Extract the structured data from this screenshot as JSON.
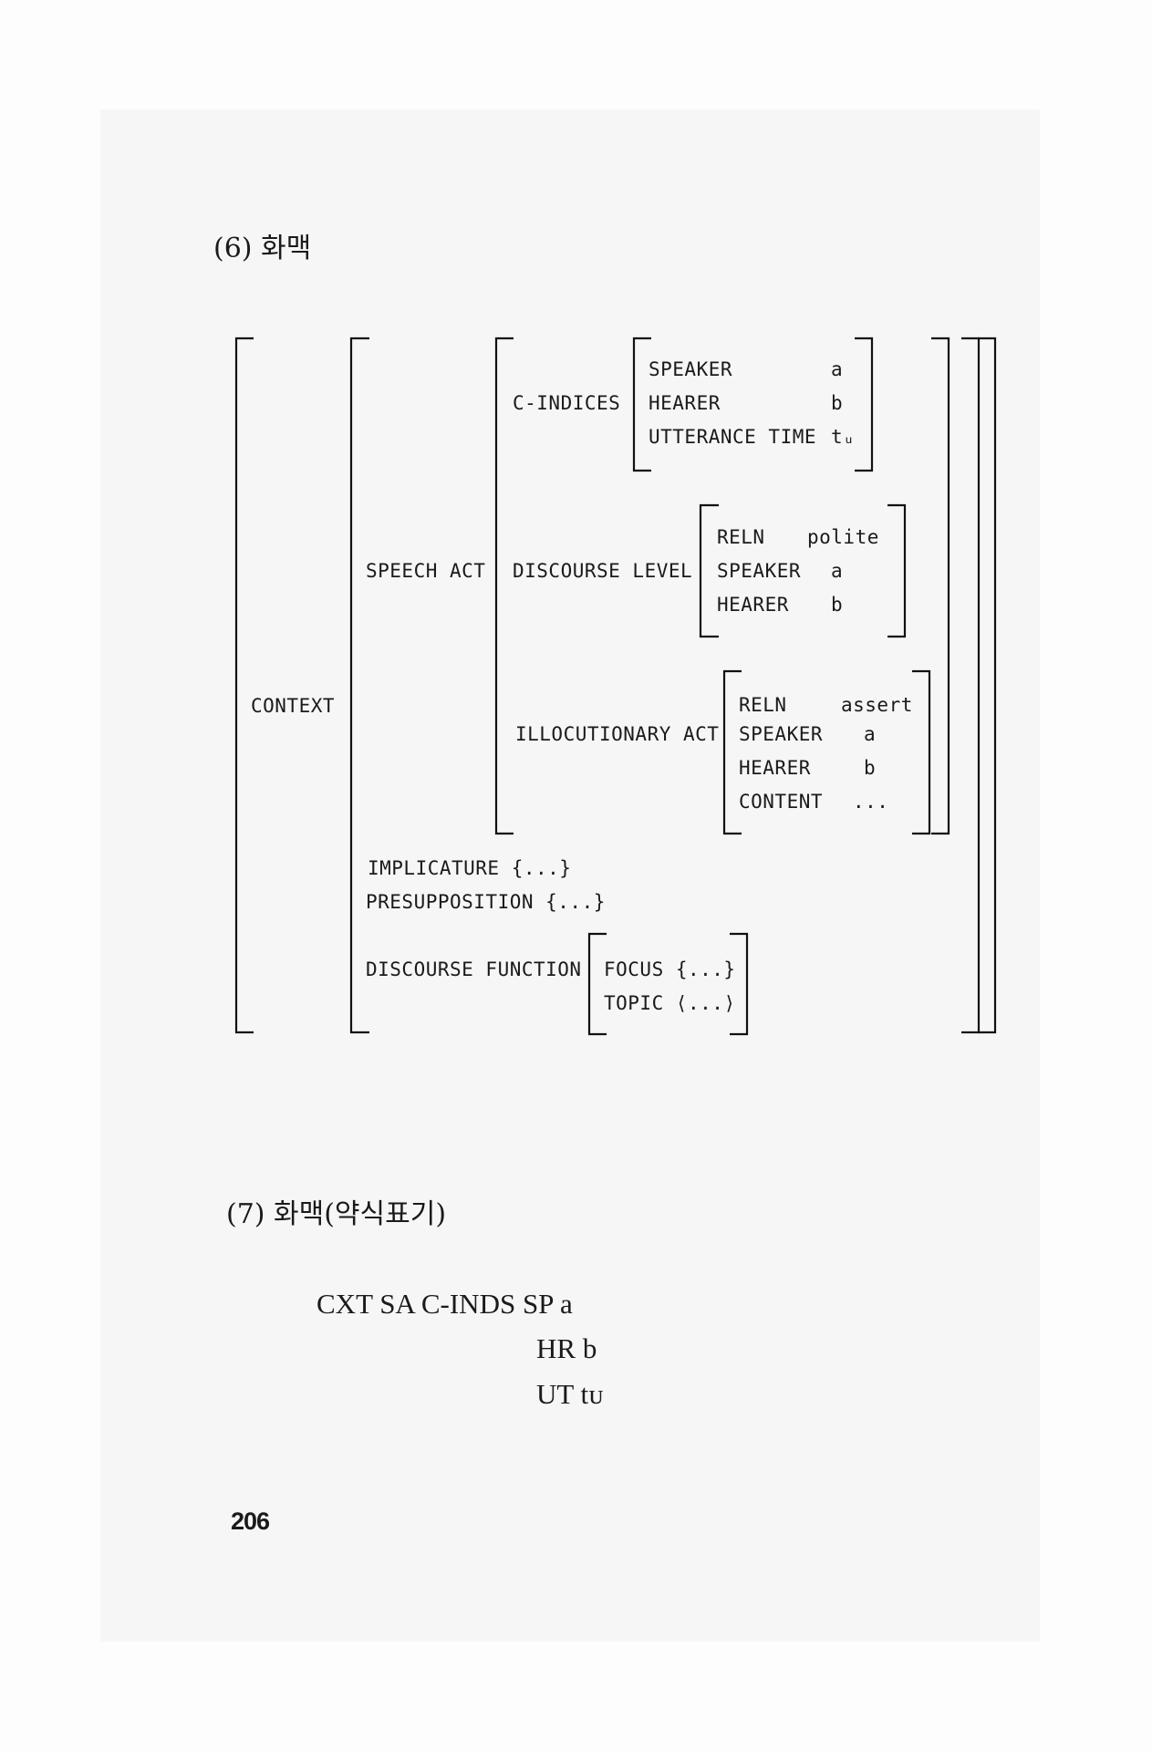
{
  "example6": {
    "title": "(6) 화맥",
    "context": "CONTEXT",
    "speech_act": "SPEECH ACT",
    "c_indices": {
      "label": "C-INDICES",
      "speaker": "SPEAKER",
      "speaker_val": "a",
      "hearer": "HEARER",
      "hearer_val": "b",
      "utterance_time": "UTTERANCE TIME",
      "utterance_time_val": "tᵤ"
    },
    "discourse_level": {
      "label": "DISCOURSE LEVEL",
      "reln": "RELN",
      "reln_val": "polite",
      "speaker": "SPEAKER",
      "speaker_val": "a",
      "hearer": "HEARER",
      "hearer_val": "b"
    },
    "illocutionary_act": {
      "label": "ILLOCUTIONARY ACT",
      "reln": "RELN",
      "reln_val": "assert",
      "speaker": "SPEAKER",
      "speaker_val": "a",
      "hearer": "HEARER",
      "hearer_val": "b",
      "content": "CONTENT",
      "content_val": "..."
    },
    "implicature": "IMPLICATURE {...}",
    "presupposition": "PRESUPPOSITION {...}",
    "discourse_function": {
      "label": "DISCOURSE FUNCTION",
      "focus": "FOCUS {...}",
      "topic": "TOPIC ⟨...⟩"
    }
  },
  "example7": {
    "title": "(7) 화맥(약식표기)",
    "line1": "CXT SA C-INDS SP a",
    "line2": "HR b",
    "line3": "UT tᴜ"
  },
  "page_number": "206"
}
